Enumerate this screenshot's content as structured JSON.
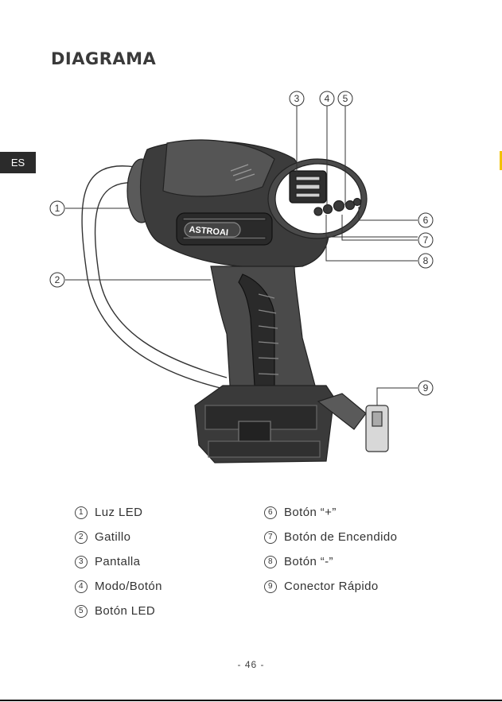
{
  "title": "DIAGRAMA",
  "language_tab": "ES",
  "brand_on_device": "ASTROAI",
  "callouts": [
    "1",
    "2",
    "3",
    "4",
    "5",
    "6",
    "7",
    "8",
    "9"
  ],
  "legend_left": [
    {
      "num": "1",
      "label": "Luz LED"
    },
    {
      "num": "2",
      "label": "Gatillo"
    },
    {
      "num": "3",
      "label": "Pantalla"
    },
    {
      "num": "4",
      "label": "Modo/Botón"
    },
    {
      "num": "5",
      "label": "Botón LED"
    }
  ],
  "legend_right": [
    {
      "num": "6",
      "label": "Botón “+”"
    },
    {
      "num": "7",
      "label": "Botón de Encendido"
    },
    {
      "num": "8",
      "label": "Botón “-”"
    },
    {
      "num": "9",
      "label": "Conector Rápido"
    }
  ],
  "page_number": "- 46 -",
  "colors": {
    "text": "#2a2a2a",
    "tab_bg": "#2b2b2b",
    "edge_mark": "#f2c200",
    "device_dark": "#3c3c3c"
  }
}
